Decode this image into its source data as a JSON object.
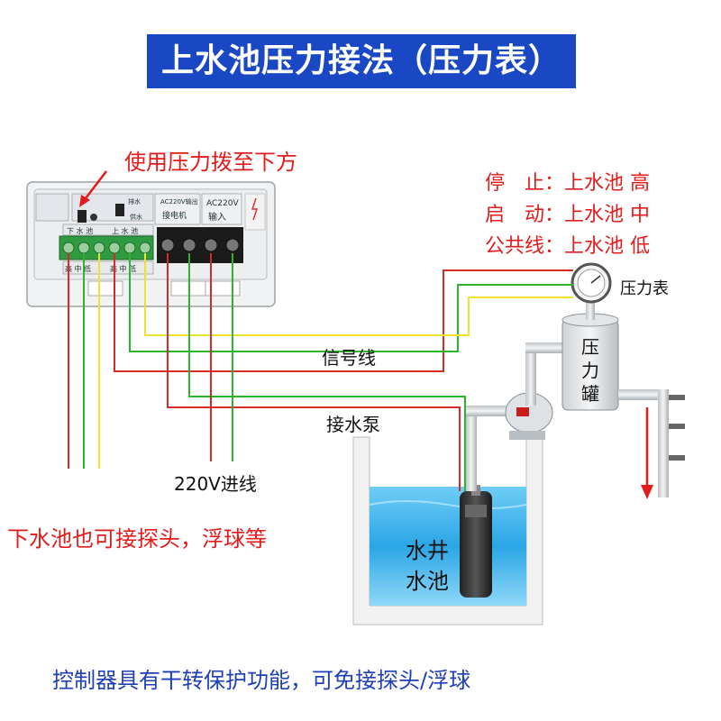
{
  "title": "上水池压力接法（压力表）",
  "note_switch": "使用压力拨至下方",
  "legend": {
    "stop": "停　止：上水池 高",
    "start": "启　动：上水池 中",
    "common": "公共线：上水池 低"
  },
  "gauge_label": "压力表",
  "tank_label": [
    "压",
    "力",
    "罐"
  ],
  "signal_label": "信号线",
  "pump_label": "接水泵",
  "power_label": "220V进线",
  "lower_note": "下水池也可接探头，浮球等",
  "well_label": [
    "水井",
    "水池"
  ],
  "footer": "控制器具有干转保护功能，可免接探头/浮球",
  "controller": {
    "ac_out": "AC220V输出",
    "motor": "接电机",
    "ac_in": "AC220V",
    "input": "输入",
    "drain": "排水",
    "supply": "供水",
    "lower_pool": "下 水 池",
    "upper_pool": "上 水 池",
    "lower_marks": "高 中 低",
    "upper_marks": "高 中 低"
  },
  "colors": {
    "banner": "#1a48c4",
    "wire_red": "#d42a2a",
    "wire_green": "#2bb52b",
    "wire_yellow": "#f0e22a",
    "water": "#2aa6e6",
    "note_red": "#e31b1b",
    "footer_blue": "#1f3fb4"
  }
}
